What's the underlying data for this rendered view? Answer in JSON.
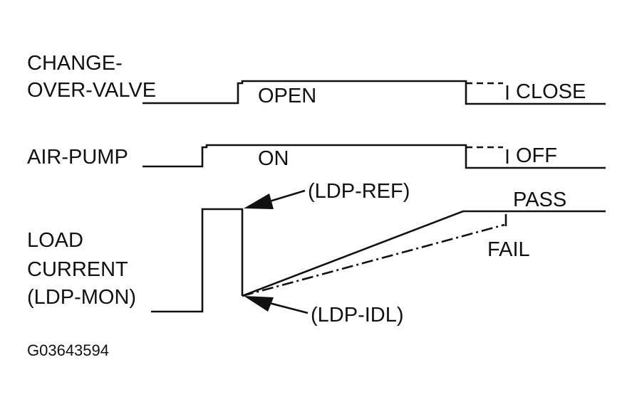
{
  "signals": {
    "change_over_valve": {
      "label_line1": "CHANGE-",
      "label_line2": "OVER-VALVE",
      "state_on": "OPEN",
      "state_off": "CLOSE"
    },
    "air_pump": {
      "label": "AIR-PUMP",
      "state_on": "ON",
      "state_off": "OFF"
    },
    "load_current": {
      "label_line1": "LOAD",
      "label_line2": "CURRENT",
      "label_line3": "(LDP-MON)",
      "ref_label": "(LDP-REF)",
      "idl_label": "(LDP-IDL)",
      "pass_label": "PASS",
      "fail_label": "FAIL"
    }
  },
  "figure_id": "G03643594"
}
